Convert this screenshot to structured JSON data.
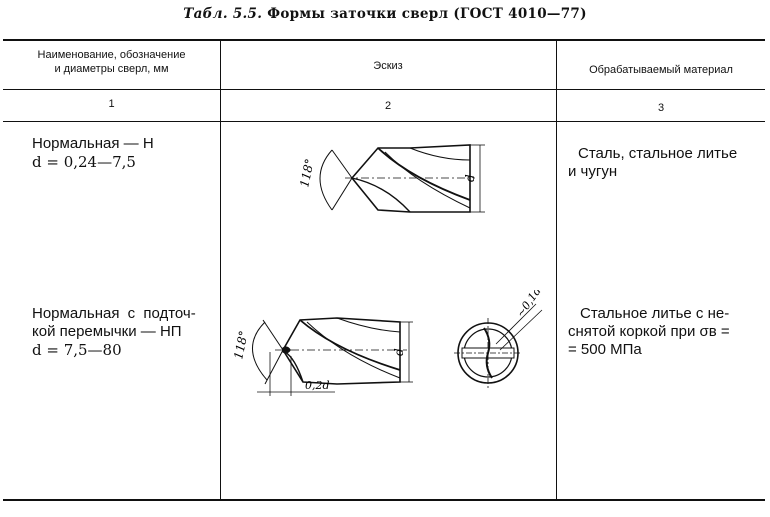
{
  "caption": {
    "label": "Табл. 5.5.",
    "title": "Формы заточки сверл (ГОСТ 4010—77)"
  },
  "table": {
    "headers": [
      {
        "line1": "Наименование, обозначение",
        "line2": "и диаметры сверл, мм"
      },
      {
        "line1": "Эскиз",
        "line2": ""
      },
      {
        "line1": "Обрабатываемый материал",
        "line2": ""
      }
    ],
    "column_numbers": [
      "1",
      "2",
      "3"
    ],
    "rows": [
      {
        "name_line1": "Нормальная — Н",
        "name_line2": "",
        "range": "d = 0,24—7,5",
        "material_line1": "Сталь, стальное литье",
        "material_line2": "и чугун",
        "material_line3": "",
        "sketch_angle": "118°",
        "sketch_dim": "d",
        "sketch_web": "",
        "sketch_offset": ""
      },
      {
        "name_line1": "Нормальная с подточ-",
        "name_line2": "кой перемычки — НП",
        "range": "d = 7,5—80",
        "material_line1": "Стальное литье с не-",
        "material_line2": "снятой коркой при σв =",
        "material_line3": "= 500 МПа",
        "sketch_angle": "118°",
        "sketch_dim": "d",
        "sketch_web": "0,2d",
        "sketch_offset": "~0,1d"
      }
    ]
  }
}
